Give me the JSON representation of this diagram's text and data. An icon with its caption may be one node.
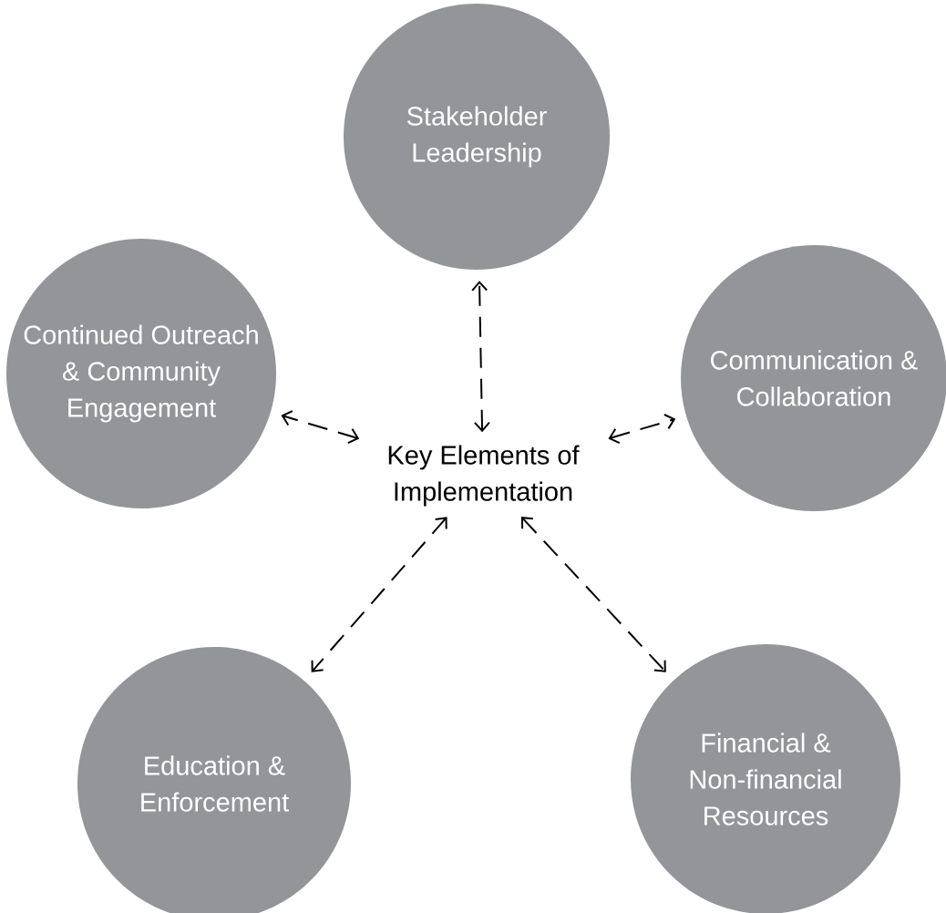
{
  "diagram": {
    "nodes": [
      {
        "text": [
          "Stakeholder Leadership"
        ]
      },
      {
        "text": [
          "Continued Outreach & Community Engagement"
        ]
      },
      {
        "text": [
          "Communication & Collaboration"
        ]
      },
      {
        "text": [
          "Key Elements of Implementation"
        ]
      },
      {
        "text": [
          "Education & Enforcement"
        ]
      },
      {
        "text": [
          "Financial & Non-financial Resources"
        ]
      }
    ],
    "edges": [
      {
        "from": 3,
        "to": 0,
        "arrow": "both",
        "style": "dashed"
      },
      {
        "from": 3,
        "to": 1,
        "arrow": "both",
        "style": "dashed"
      },
      {
        "from": 3,
        "to": 2,
        "arrow": "both",
        "style": "dashed"
      },
      {
        "from": 3,
        "to": 4,
        "arrow": "both",
        "style": "dashed"
      },
      {
        "from": 3,
        "to": 5,
        "arrow": "both",
        "style": "dashed"
      }
    ]
  }
}
